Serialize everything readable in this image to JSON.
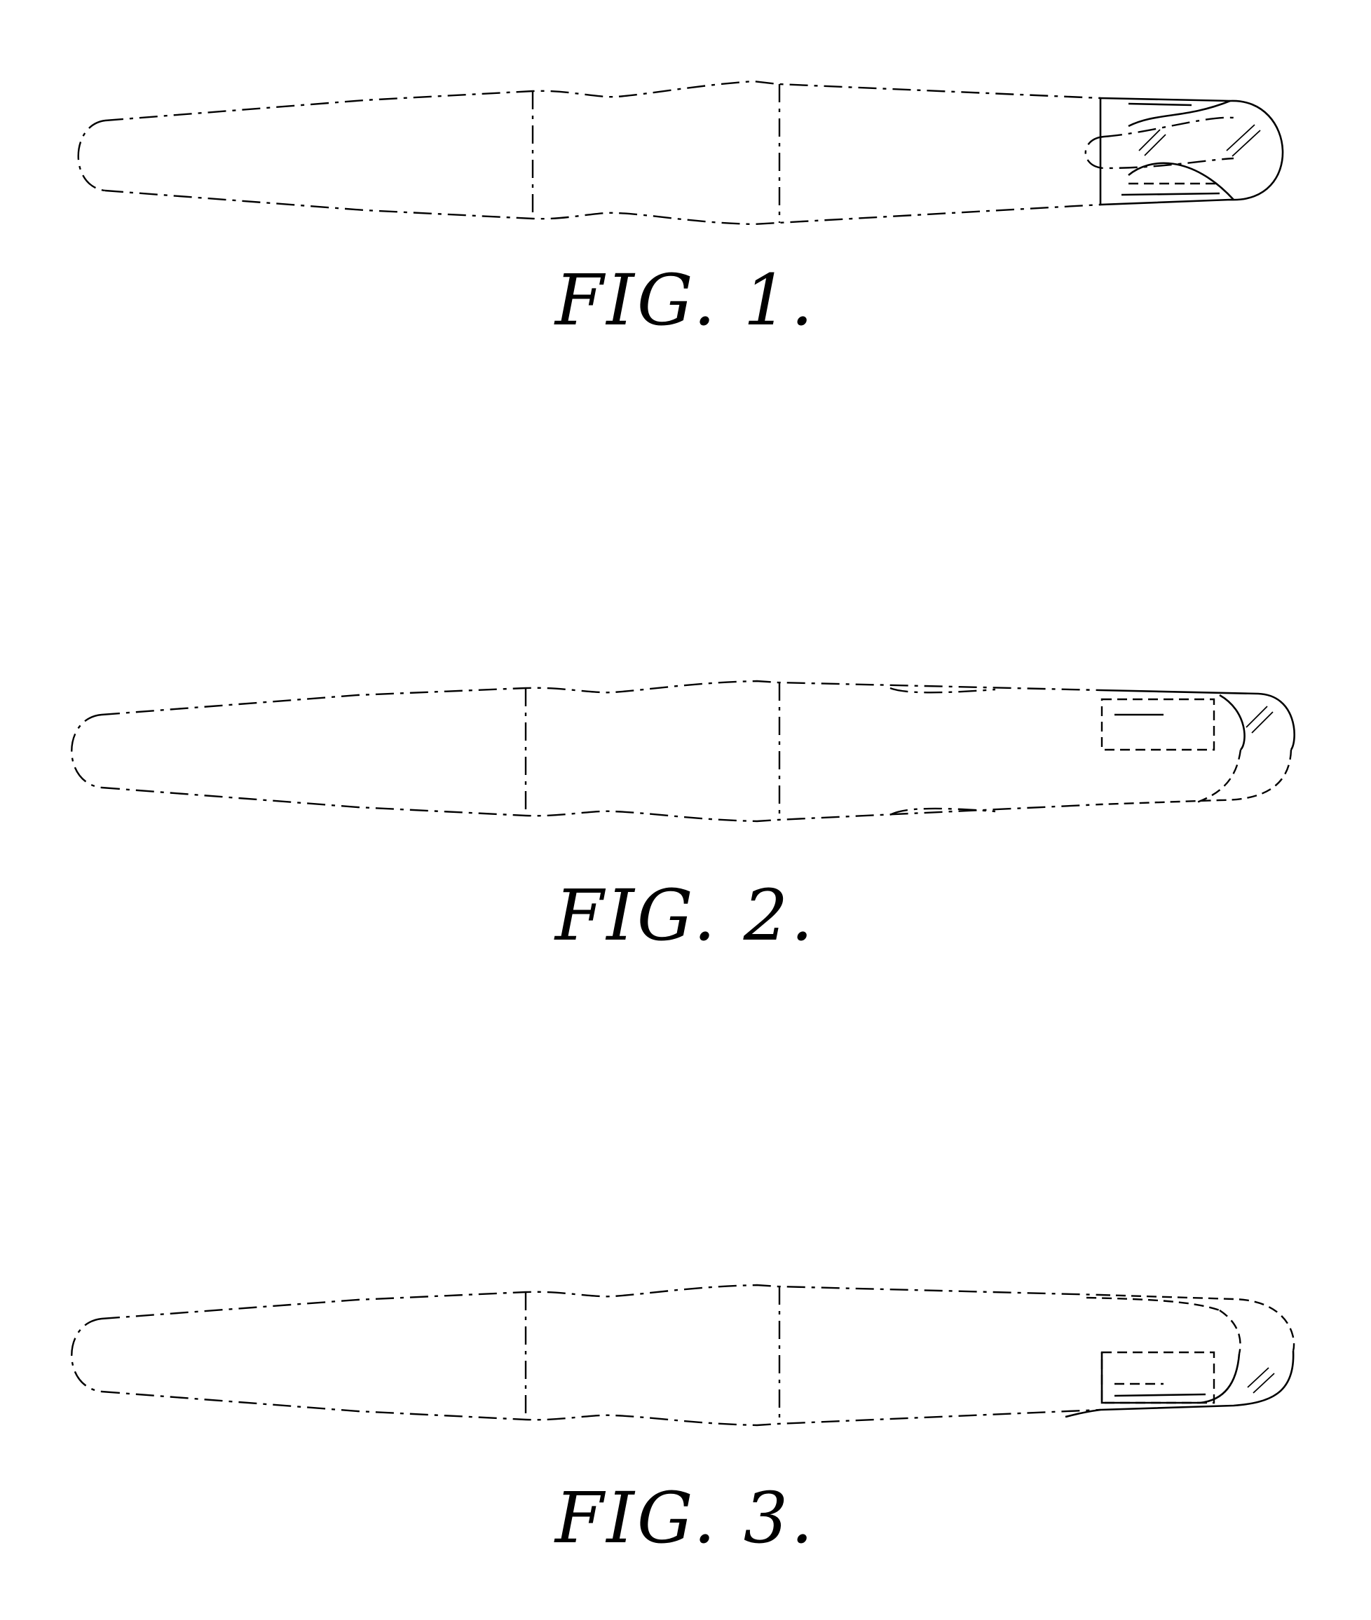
{
  "document": {
    "figures": [
      {
        "id": "fig1",
        "caption": "FIG. 1."
      },
      {
        "id": "fig2",
        "caption": "FIG. 2."
      },
      {
        "id": "fig3",
        "caption": "FIG. 3."
      }
    ]
  }
}
